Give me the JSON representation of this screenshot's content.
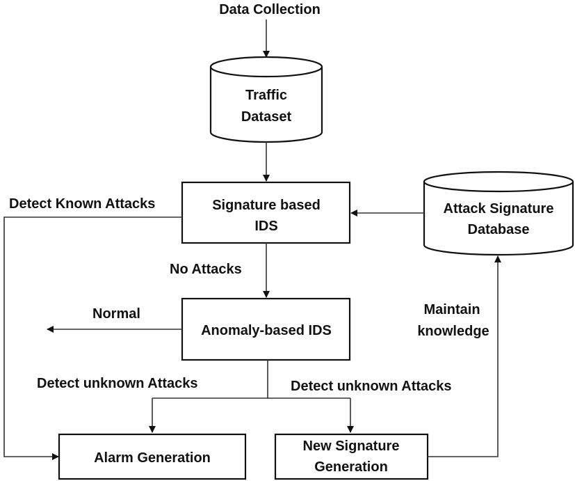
{
  "diagram": {
    "start_label": "Data Collection",
    "traffic_dataset": {
      "line1": "Traffic",
      "line2": "Dataset"
    },
    "signature_ids": {
      "line1": "Signature based",
      "line2": "IDS"
    },
    "attack_signature_db": {
      "line1": "Attack Signature",
      "line2": "Database"
    },
    "anomaly_ids": {
      "label": "Anomaly-based IDS"
    },
    "alarm_generation": {
      "label": "Alarm Generation"
    },
    "new_signature": {
      "line1": "New Signature",
      "line2": "Generation"
    },
    "edge_labels": {
      "detect_known": "Detect Known Attacks",
      "no_attacks": "No Attacks",
      "normal": "Normal",
      "detect_unknown_left": "Detect unknown Attacks",
      "detect_unknown_right": "Detect unknown Attacks",
      "maintain_line1": "Maintain",
      "maintain_line2": "knowledge"
    }
  }
}
